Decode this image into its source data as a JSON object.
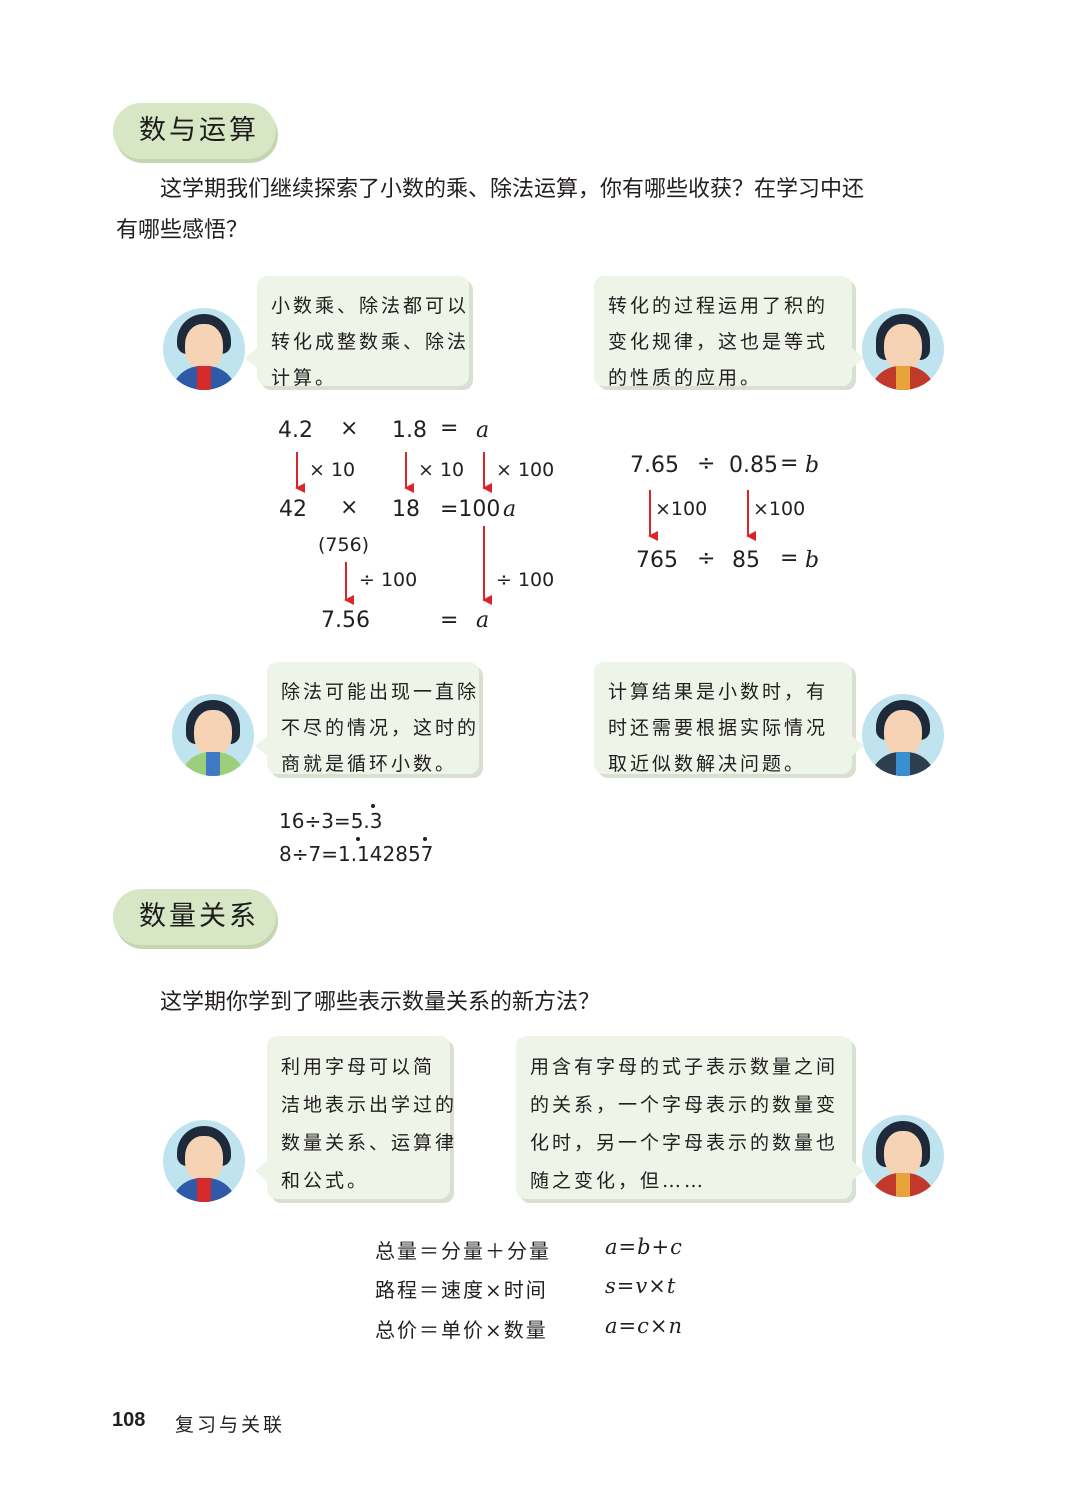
{
  "section1": {
    "title": "数与运算",
    "prompt_line1": "这学期我们继续探索了小数的乘、除法运算，你有哪些收获？在学习中还",
    "prompt_line2": "有哪些感悟？",
    "bubble1": [
      "小数乘、除法都可以",
      "转化成整数乘、除法",
      "计算。"
    ],
    "bubble2": [
      "转化的过程运用了积的",
      "变化规律，这也是等式",
      "的性质的应用。"
    ],
    "bubble3": [
      "除法可能出现一直除",
      "不尽的情况，这时的",
      "商就是循环小数。"
    ],
    "bubble4": [
      "计算结果是小数时，有",
      "时还需要根据实际情况",
      "取近似数解决问题。"
    ]
  },
  "calc_left": {
    "r1_a": "4.2",
    "r1_op": "×",
    "r1_b": "1.8",
    "r1_eq": "=",
    "r1_var": "a",
    "t1": "× 10",
    "t2": "× 10",
    "t3": "× 100",
    "r2_a": "42",
    "r2_op": "×",
    "r2_b": "18",
    "r2_eq": "=100",
    "r2_var": "a",
    "paren": "(756)",
    "t4": "÷ 100",
    "t5": "÷ 100",
    "r3_a": "7.56",
    "r3_eq": "=",
    "r3_var": "a"
  },
  "calc_right": {
    "r1_a": "7.65",
    "r1_op": "÷",
    "r1_b": "0.85",
    "r1_eq": "=",
    "r1_var": "b",
    "t1": "×100",
    "t2": "×100",
    "r2_a": "765",
    "r2_op": "÷",
    "r2_b": "85",
    "r2_eq": "=",
    "r2_var": "b"
  },
  "recurring": {
    "line1": "16÷3=5.3",
    "line2": "8÷7=1.142857"
  },
  "section2": {
    "title": "数量关系",
    "prompt": "这学期你学到了哪些表示数量关系的新方法？",
    "bubble1": [
      "利用字母可以简",
      "洁地表示出学过的",
      "数量关系、运算律",
      "和公式。"
    ],
    "bubble2": [
      "用含有字母的式子表示数量之间",
      "的关系，一个字母表示的数量变",
      "化时，另一个字母表示的数量也",
      "随之变化，但……"
    ],
    "formulas": [
      {
        "words": "总量＝分量＋分量",
        "letters": "a=b+c"
      },
      {
        "words": "路程＝速度×时间",
        "letters": "s=v×t"
      },
      {
        "words": "总价＝单价×数量",
        "letters": "a=c×n"
      }
    ]
  },
  "footer": {
    "page_number": "108",
    "section": "复习与关联"
  },
  "colors": {
    "pill": "#d7e7c5",
    "bubble": "#eef5e8",
    "arrow": "#d8262c",
    "avatar_bg": "#bfe3ef"
  },
  "icons": [
    "boy-avatar-icon",
    "girl-avatar-icon",
    "arrow-down-icon"
  ]
}
